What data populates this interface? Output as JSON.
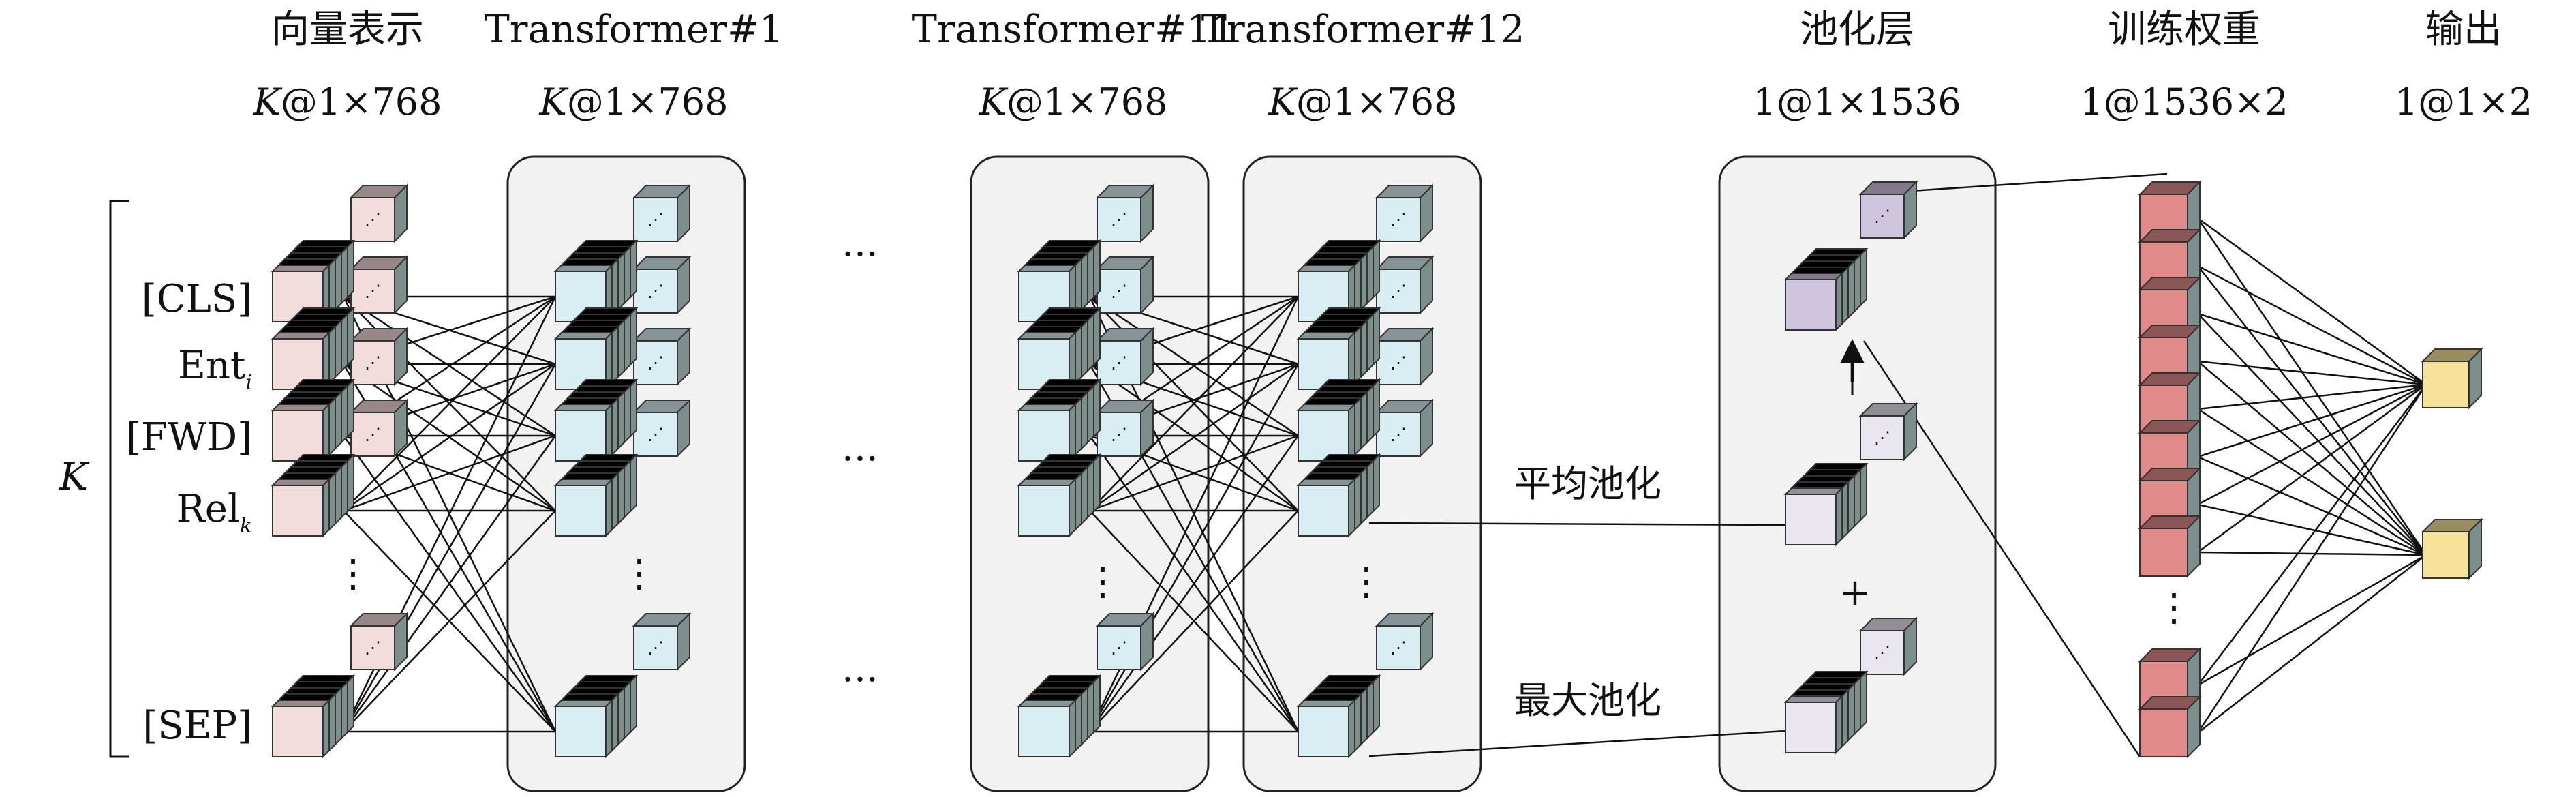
{
  "columns": [
    {
      "title": "向量表示",
      "shape_prefix": "K",
      "shape": "@1×768"
    },
    {
      "title": "Transformer#1",
      "shape_prefix": "K",
      "shape": "@1×768"
    },
    {
      "title": "Transformer#11",
      "shape_prefix": "K",
      "shape": "@1×768"
    },
    {
      "title": "Transformer#12",
      "shape_prefix": "K",
      "shape": "@1×768"
    },
    {
      "title": "池化层",
      "shape_prefix": "",
      "shape": "1@1×1536"
    },
    {
      "title": "训练权重",
      "shape_prefix": "",
      "shape": "1@1536×2"
    },
    {
      "title": "输出",
      "shape_prefix": "",
      "shape": "1@1×2"
    }
  ],
  "tokens": {
    "cls": "[CLS]",
    "ent": "Ent",
    "ent_sub": "i",
    "fwd": "[FWD]",
    "rel": "Rel",
    "rel_sub": "k",
    "sep": "[SEP]"
  },
  "brace_label": "K",
  "ellipsis_h": "···",
  "ellipsis_v": "⋮",
  "pool_avg_label": "平均池化",
  "pool_max_label": "最大池化",
  "plus_sign": "+",
  "up_arrow": "↑",
  "colors": {
    "input_front": "#f2dcdc",
    "transformer_front": "#d8eef3",
    "pool_front": "#eae6f0",
    "pooled_front": "#cfc5de",
    "weight_front": "#e08a8a",
    "output_front": "#f7e29a",
    "cube_side": "#7d8f8c",
    "panel_fill": "#f2f2f2"
  }
}
